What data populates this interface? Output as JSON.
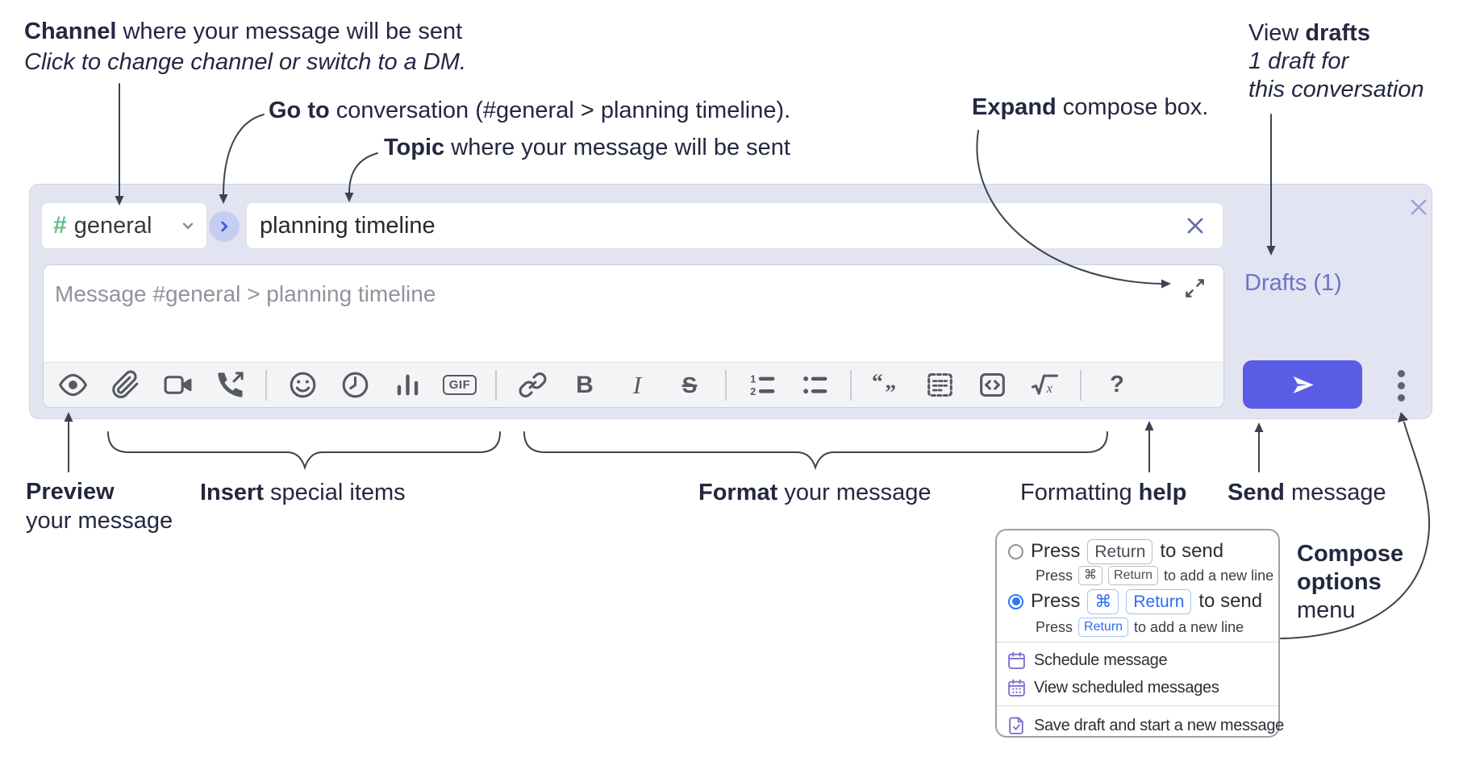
{
  "annotations": {
    "channel": {
      "bold": "Channel",
      "rest": " where your message will be sent",
      "sub": "Click to change channel or switch to a DM."
    },
    "goto": {
      "bold": "Go to",
      "rest": " conversation (#general > planning timeline)."
    },
    "topic": {
      "bold": "Topic",
      "rest": " where your message will be sent"
    },
    "expand": {
      "bold": "Expand",
      "rest": " compose box."
    },
    "view_drafts": {
      "pre": "View ",
      "bold": "drafts",
      "line2": "1 draft for",
      "line3": "this conversation"
    },
    "preview": {
      "bold": "Preview",
      "line2": "your message"
    },
    "insert": {
      "bold": "Insert",
      "rest": " special items"
    },
    "format": {
      "bold": "Format",
      "rest": " your message"
    },
    "formatting_help": {
      "pre": "Formatting ",
      "bold": "help"
    },
    "send": {
      "bold": "Send",
      "rest": " message"
    },
    "compose_options": {
      "line1": "Compose",
      "line2": "options",
      "line3": "menu"
    }
  },
  "compose": {
    "channel": {
      "hash": "#",
      "name": "general"
    },
    "topic_value": "planning timeline",
    "message_placeholder": "Message #general > planning timeline",
    "drafts_link": "Drafts (1)",
    "toolbar": [
      {
        "name": "preview-eye-icon"
      },
      {
        "name": "attach-file-icon"
      },
      {
        "name": "video-call-icon"
      },
      {
        "name": "voice-call-icon"
      },
      {
        "name": "divider"
      },
      {
        "name": "emoji-icon"
      },
      {
        "name": "time-icon"
      },
      {
        "name": "poll-icon"
      },
      {
        "name": "gif-icon",
        "glyph": "GIF"
      },
      {
        "name": "divider"
      },
      {
        "name": "link-icon"
      },
      {
        "name": "bold-icon",
        "glyph": "B"
      },
      {
        "name": "italic-icon",
        "glyph": "I"
      },
      {
        "name": "strikethrough-icon",
        "glyph": "S"
      },
      {
        "name": "divider"
      },
      {
        "name": "numbered-list-icon"
      },
      {
        "name": "bulleted-list-icon"
      },
      {
        "name": "divider"
      },
      {
        "name": "quote-icon"
      },
      {
        "name": "spoiler-icon"
      },
      {
        "name": "code-icon"
      },
      {
        "name": "math-icon"
      },
      {
        "name": "divider"
      },
      {
        "name": "help-icon",
        "glyph": "?"
      }
    ]
  },
  "options_menu": {
    "rows": [
      {
        "selected": false,
        "press": "Press",
        "key": "Return",
        "suffix": "to send",
        "sub": {
          "press": "Press",
          "key1": "⌘",
          "key2": "Return",
          "rest": "to add a new line"
        }
      },
      {
        "selected": true,
        "press": "Press",
        "key1": "⌘",
        "key2": "Return",
        "suffix": "to send",
        "sub": {
          "press": "Press",
          "key": "Return",
          "rest": "to add a new line"
        }
      }
    ],
    "items": [
      {
        "icon": "calendar-icon",
        "label": "Schedule message"
      },
      {
        "icon": "calendar-grid-icon",
        "label": "View scheduled messages"
      },
      {
        "icon": "save-draft-icon",
        "label": "Save draft and start a new message"
      }
    ]
  },
  "colors": {
    "compose_bg": "#e2e4f1",
    "send_button": "#5b5ce6",
    "drafts_link": "#6b74c4",
    "channel_green": "#63bd8a",
    "goto_circle": "#c5cdf3",
    "goto_chevron": "#4457d2",
    "radio_selected": "#2e78f2",
    "kbd_blue": "#2e6cf0",
    "menu_icon_purple": "#7a70cc",
    "close_x": "#9aa0d6",
    "topic_clear_x": "#6468b4"
  }
}
